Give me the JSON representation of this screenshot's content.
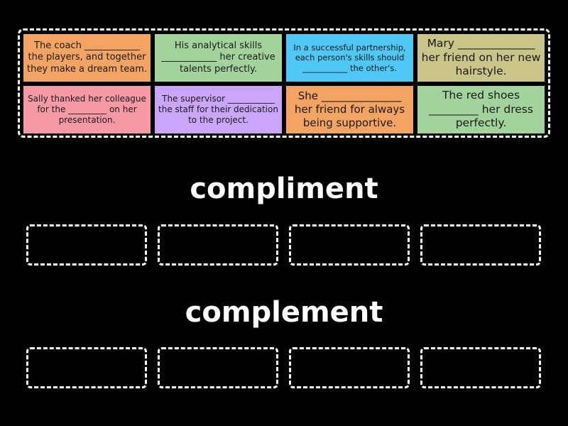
{
  "cards": [
    {
      "text": "The coach ____________ the players, and together they make a dream team.",
      "color": "#f4a462",
      "font_size": 13
    },
    {
      "text": "His analytical skills ____________ her creative talents perfectly.",
      "color": "#a3d39c",
      "font_size": 13
    },
    {
      "text": "In a successful partnership, each person's skills should ___________ the other's.",
      "color": "#4fc8f5",
      "font_size": 11.5
    },
    {
      "text": "Mary ______________ her friend on her new hairstyle.",
      "color": "#c9c487",
      "font_size": 15.5
    },
    {
      "text": "Sally thanked her colleague for the _________ on her presentation.",
      "color": "#f59aa4",
      "font_size": 12
    },
    {
      "text": "The supervisor ___________ the staff for their dedication to the project.",
      "color": "#c9a6f7",
      "font_size": 12
    },
    {
      "text": "She _______________ her friend for always being supportive.",
      "color": "#f4a462",
      "font_size": 15
    },
    {
      "text": "The red shoes _________ her dress perfectly.",
      "color": "#a3d39c",
      "font_size": 15.5
    }
  ],
  "groups": [
    {
      "label": "compliment",
      "slots": 4
    },
    {
      "label": "complement",
      "slots": 4
    }
  ]
}
